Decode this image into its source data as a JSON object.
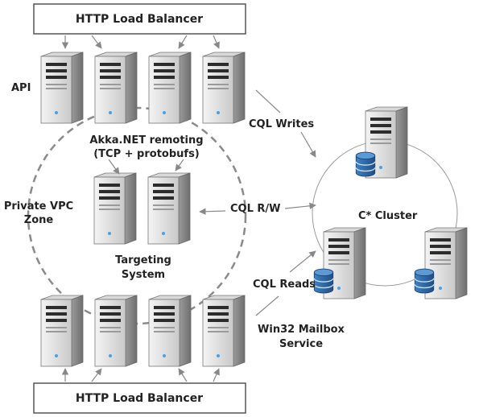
{
  "load_balancer_top": {
    "label": "HTTP Load Balancer"
  },
  "load_balancer_bottom": {
    "label": "HTTP Load Balancer"
  },
  "labels": {
    "api": "API",
    "remoting_line1": "Akka.NET remoting",
    "remoting_line2": "(TCP + protobufs)",
    "vpc_line1": "Private VPC",
    "vpc_line2": "Zone",
    "targeting_line1": "Targeting",
    "targeting_line2": "System",
    "cql_writes": "CQL Writes",
    "cql_rw": "CQL R/W",
    "cql_reads": "CQL Reads",
    "cluster": "C* Cluster",
    "win32_line1": "Win32 Mailbox",
    "win32_line2": "Service"
  },
  "icons": {
    "server": "server-tower-icon",
    "database": "database-cylinder-icon"
  },
  "colors": {
    "line": "#555555",
    "arrow": "#888888",
    "vpc_boundary": "#8a8a8a",
    "database": "#2f6fb0"
  }
}
